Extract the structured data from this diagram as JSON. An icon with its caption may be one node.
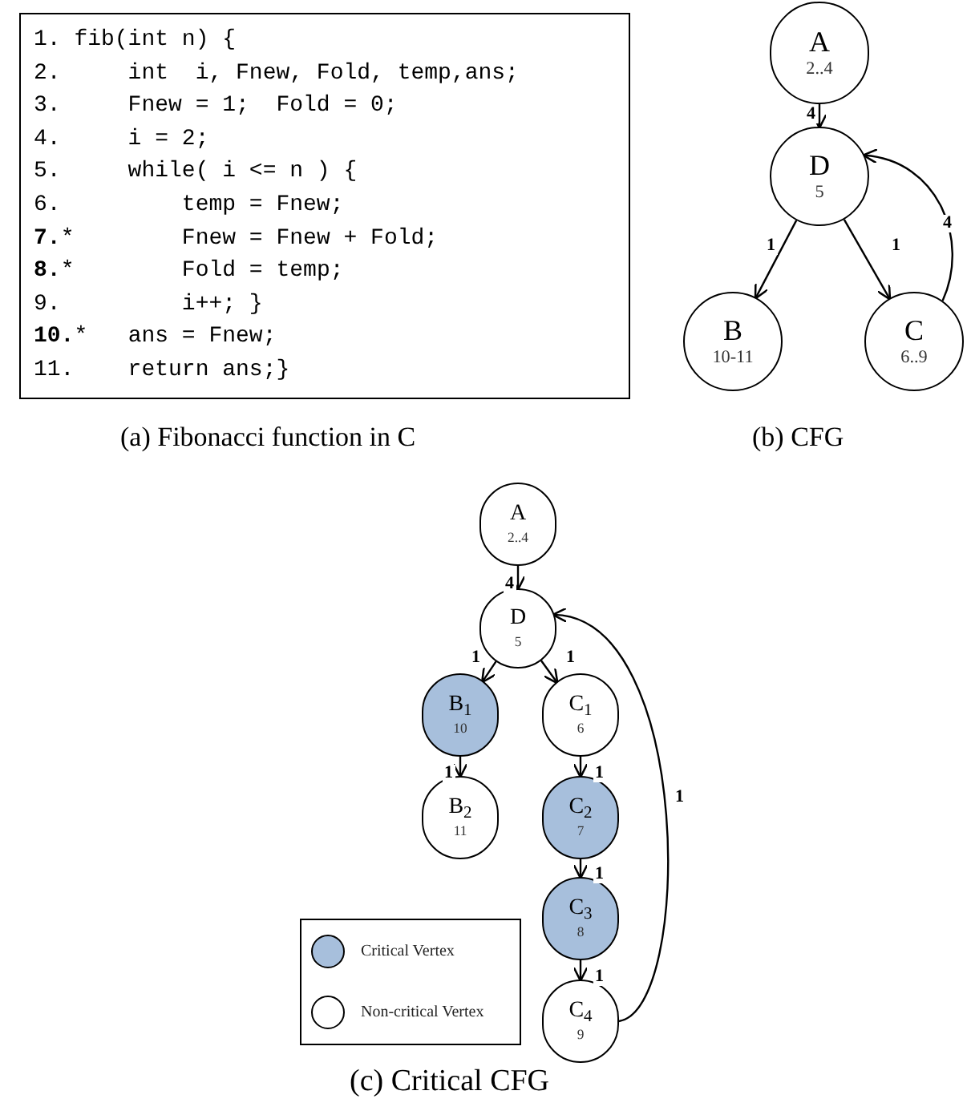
{
  "diagram": {
    "nodes": [
      {
        "text": [
          "1. fib(int n) {",
          "2.     int  i, Fnew, Fold, temp,ans;",
          "3.     Fnew = 1;  Fold = 0;",
          "4.     i = 2;",
          "5.     while( i <= n ) {",
          "6.         temp = Fnew;",
          "**7.***        Fnew = Fnew + Fold;",
          "**8.***        Fold = temp;",
          "9.         i++; }",
          "**10.***   ans = Fnew;",
          "11.    return ans;}"
        ]
      },
      {
        "text": [
          "A",
          "2..4"
        ]
      },
      {
        "text": [
          "D",
          "5"
        ]
      },
      {
        "text": [
          "B",
          "10-11"
        ]
      },
      {
        "text": [
          "C",
          "6..9"
        ]
      },
      {
        "text": [
          "A",
          "2..4"
        ]
      },
      {
        "text": [
          "D",
          "5"
        ]
      },
      {
        "text": [
          "B$_{1}$",
          "10"
        ]
      },
      {
        "text": [
          "C$_{1}$",
          "6"
        ]
      },
      {
        "text": [
          "B$_{2}$",
          "11"
        ]
      },
      {
        "text": [
          "C$_{2}$",
          "7"
        ]
      },
      {
        "text": [
          "C$_{3}$",
          "8"
        ]
      },
      {
        "text": [
          "C$_{4}$",
          "9"
        ]
      }
    ],
    "edges": [
      {
        "from": 1,
        "to": 2,
        "arrow": "to",
        "label": "4"
      },
      {
        "from": 2,
        "to": 3,
        "arrow": "to",
        "label": "1"
      },
      {
        "from": 2,
        "to": 4,
        "arrow": "to",
        "label": "1"
      },
      {
        "from": 4,
        "to": 2,
        "arrow": "to",
        "label": "4"
      },
      {
        "from": 5,
        "to": 6,
        "arrow": "to",
        "label": "4"
      },
      {
        "from": 6,
        "to": 7,
        "arrow": "to",
        "label": "1"
      },
      {
        "from": 6,
        "to": 8,
        "arrow": "to",
        "label": "1"
      },
      {
        "from": 7,
        "to": 9,
        "arrow": "to",
        "label": "1"
      },
      {
        "from": 8,
        "to": 10,
        "arrow": "to",
        "label": "1"
      },
      {
        "from": 10,
        "to": 11,
        "arrow": "to",
        "label": "1"
      },
      {
        "from": 11,
        "to": 12,
        "arrow": "to",
        "label": "1"
      },
      {
        "from": 12,
        "to": 6,
        "arrow": "to",
        "label": "1"
      }
    ],
    "labels": [
      "(a) Fibonacci function in C",
      "(b) CFG",
      "(c) Critical CFG"
    ],
    "legend": [
      {
        "text": "Critical Vertex",
        "color": "#a7bfdc"
      },
      {
        "text": "Non-critical Vertex",
        "color": "#ffffff"
      }
    ]
  }
}
